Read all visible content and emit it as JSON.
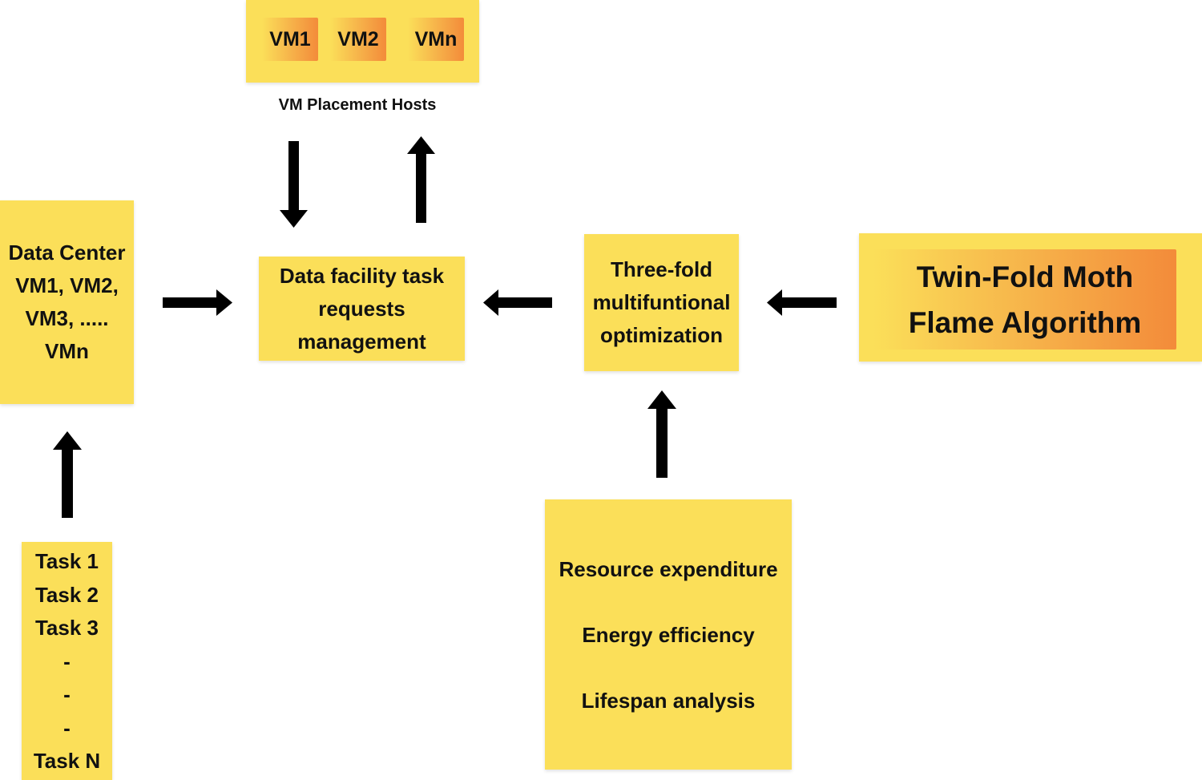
{
  "vm_hosts": {
    "vms": [
      "VM1",
      "VM2",
      "VMn"
    ],
    "caption": "VM Placement Hosts"
  },
  "data_center": {
    "lines": [
      "Data Center",
      "VM1, VM2,",
      "VM3, .....",
      "VMn"
    ]
  },
  "task_management": {
    "lines": [
      "Data facility task",
      "requests",
      "management"
    ]
  },
  "optimization": {
    "lines": [
      "Three-fold",
      "multifuntional",
      "optimization"
    ]
  },
  "algorithm": {
    "lines": [
      "Twin-Fold Moth",
      "Flame Algorithm"
    ]
  },
  "tasks": {
    "lines": [
      "Task 1",
      "Task 2",
      "Task 3",
      "-",
      "-",
      "-",
      "Task N"
    ]
  },
  "objectives": {
    "lines": [
      "Resource expenditure",
      "Energy efficiency",
      "Lifespan analysis"
    ]
  },
  "colors": {
    "box_fill": "#fbdf59",
    "gradient_end": "#f38b3a",
    "arrow": "#000000"
  }
}
